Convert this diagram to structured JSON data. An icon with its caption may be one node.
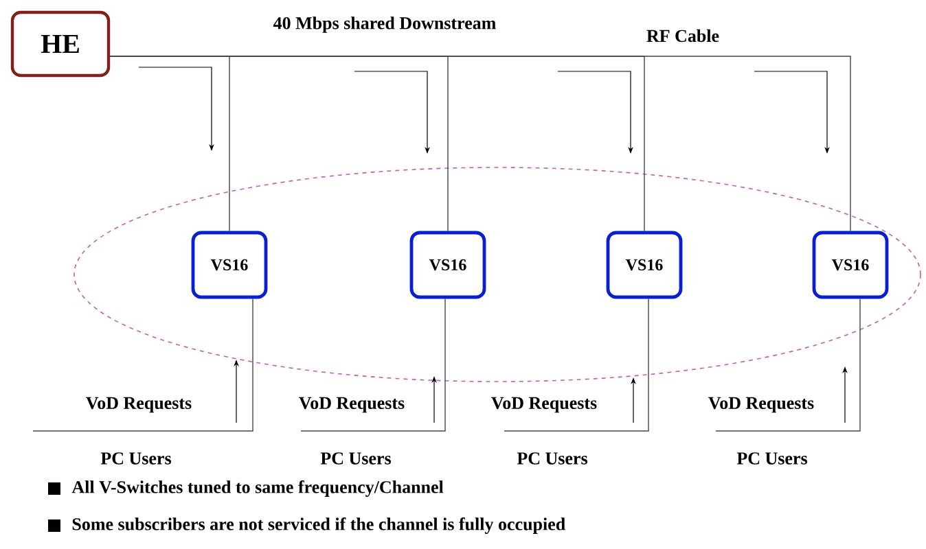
{
  "diagram": {
    "nodes": [
      {
        "text": [
          "HE"
        ]
      },
      {
        "text": [
          "VS16"
        ]
      },
      {
        "text": [
          "VS16"
        ]
      },
      {
        "text": [
          "VS16"
        ]
      },
      {
        "text": [
          "VS16"
        ]
      },
      {
        "text": [
          "PC Users"
        ]
      },
      {
        "text": [
          "PC Users"
        ]
      },
      {
        "text": [
          "PC Users"
        ]
      },
      {
        "text": [
          "PC Users"
        ]
      }
    ],
    "edges": [
      {
        "from": 0,
        "to": 1,
        "arrow": "none"
      },
      {
        "from": 0,
        "to": 2,
        "arrow": "none"
      },
      {
        "from": 0,
        "to": 3,
        "arrow": "none"
      },
      {
        "from": 0,
        "to": 4,
        "arrow": "none"
      },
      {
        "from": 1,
        "to": 5,
        "arrow": "none"
      },
      {
        "from": 2,
        "to": 6,
        "arrow": "none"
      },
      {
        "from": 3,
        "to": 7,
        "arrow": "none"
      },
      {
        "from": 4,
        "to": 8,
        "arrow": "none"
      }
    ],
    "labels": [
      "40 Mbps shared Downstream",
      "RF Cable",
      "VoD  Requests",
      "VoD Requests",
      "VoD Requests",
      "VoD Requests",
      "All V-Switches tuned to same frequency/Channel",
      "Some subscribers are not serviced if the channel is fully occupied"
    ]
  }
}
